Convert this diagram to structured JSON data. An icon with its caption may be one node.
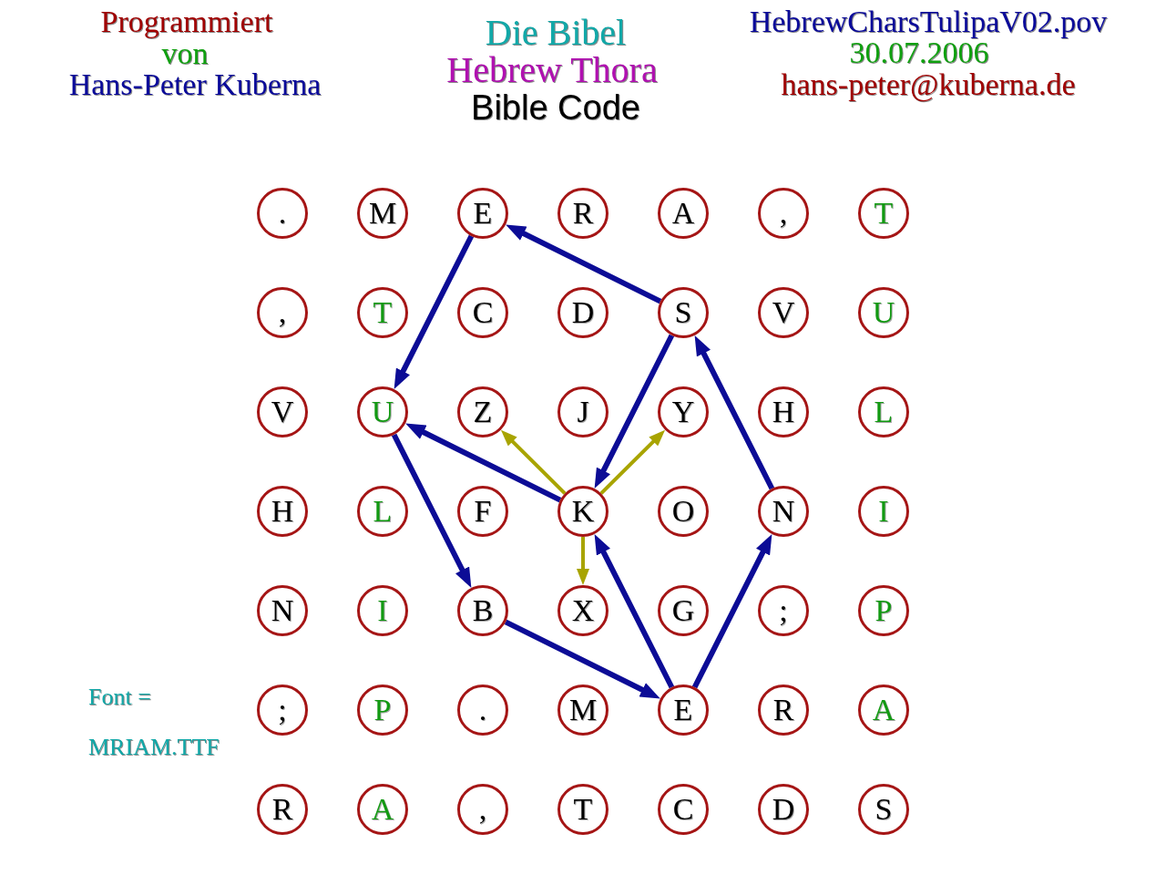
{
  "diagram": {
    "nodes": [
      {
        "text": [
          "."
        ]
      },
      {
        "text": [
          "M"
        ]
      },
      {
        "text": [
          "E"
        ]
      },
      {
        "text": [
          "R"
        ]
      },
      {
        "text": [
          "A"
        ]
      },
      {
        "text": [
          ","
        ]
      },
      {
        "text": [
          "T"
        ]
      },
      {
        "text": [
          ","
        ]
      },
      {
        "text": [
          "T"
        ]
      },
      {
        "text": [
          "C"
        ]
      },
      {
        "text": [
          "D"
        ]
      },
      {
        "text": [
          "S"
        ]
      },
      {
        "text": [
          "V"
        ]
      },
      {
        "text": [
          "U"
        ]
      },
      {
        "text": [
          "V"
        ]
      },
      {
        "text": [
          "U"
        ]
      },
      {
        "text": [
          "Z"
        ]
      },
      {
        "text": [
          "J"
        ]
      },
      {
        "text": [
          "Y"
        ]
      },
      {
        "text": [
          "H"
        ]
      },
      {
        "text": [
          "L"
        ]
      },
      {
        "text": [
          "H"
        ]
      },
      {
        "text": [
          "L"
        ]
      },
      {
        "text": [
          "F"
        ]
      },
      {
        "text": [
          "K"
        ]
      },
      {
        "text": [
          "O"
        ]
      },
      {
        "text": [
          "N"
        ]
      },
      {
        "text": [
          "I"
        ]
      },
      {
        "text": [
          "N"
        ]
      },
      {
        "text": [
          "I"
        ]
      },
      {
        "text": [
          "B"
        ]
      },
      {
        "text": [
          "X"
        ]
      },
      {
        "text": [
          "G"
        ]
      },
      {
        "text": [
          ";"
        ]
      },
      {
        "text": [
          "P"
        ]
      },
      {
        "text": [
          ";"
        ]
      },
      {
        "text": [
          "P"
        ]
      },
      {
        "text": [
          "."
        ]
      },
      {
        "text": [
          "M"
        ]
      },
      {
        "text": [
          "E"
        ]
      },
      {
        "text": [
          "R"
        ]
      },
      {
        "text": [
          "A"
        ]
      },
      {
        "text": [
          "R"
        ]
      },
      {
        "text": [
          "A"
        ]
      },
      {
        "text": [
          ","
        ]
      },
      {
        "text": [
          "T"
        ]
      },
      {
        "text": [
          "C"
        ]
      },
      {
        "text": [
          "D"
        ]
      },
      {
        "text": [
          "S"
        ]
      }
    ],
    "edges": [
      {
        "from": 11,
        "to": 2,
        "arrow": "to"
      },
      {
        "from": 2,
        "to": 15,
        "arrow": "to"
      },
      {
        "from": 15,
        "to": 30,
        "arrow": "to"
      },
      {
        "from": 24,
        "to": 15,
        "arrow": "to"
      },
      {
        "from": 11,
        "to": 24,
        "arrow": "to"
      },
      {
        "from": 30,
        "to": 39,
        "arrow": "to"
      },
      {
        "from": 39,
        "to": 24,
        "arrow": "to"
      },
      {
        "from": 39,
        "to": 26,
        "arrow": "to"
      },
      {
        "from": 26,
        "to": 11,
        "arrow": "to"
      },
      {
        "from": 24,
        "to": 16,
        "arrow": "to",
        "color": "#a8a400"
      },
      {
        "from": 24,
        "to": 18,
        "arrow": "to",
        "color": "#a8a400"
      },
      {
        "from": 24,
        "to": 31,
        "arrow": "to",
        "color": "#a8a400"
      }
    ],
    "labels": [
      "Programmiert",
      "von",
      "Hans-Peter Kuberna",
      "Die Bibel",
      "Hebrew Thora",
      "Bible Code",
      "HebrewCharsTulipaV02.pov",
      "30.07.2006",
      "hans-peter@kuberna.de",
      "Font =",
      "MRIAM.TTF"
    ]
  }
}
